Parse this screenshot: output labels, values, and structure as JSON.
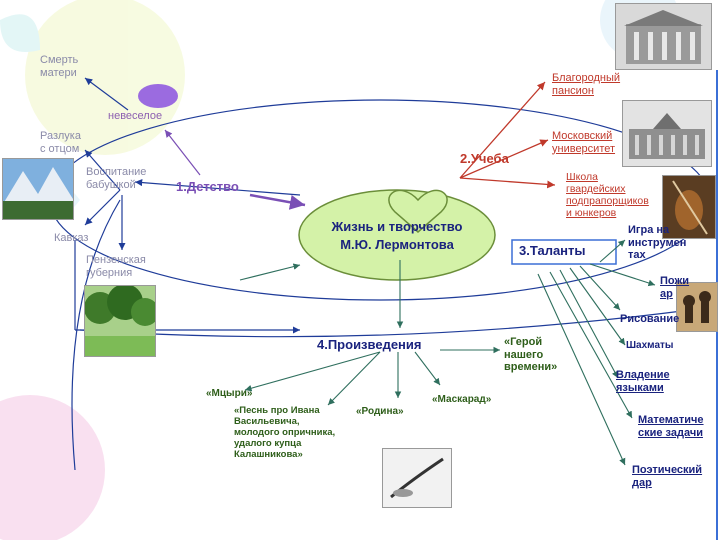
{
  "diagram": {
    "center_line1": "Жизнь и творчество",
    "center_line2": "М.Ю. Лермонтова",
    "branch_childhood": "1.Детство",
    "branch_study": "2.Учеба",
    "branch_talents": "3.Таланты",
    "branch_works": "4.Произведения",
    "childhood": {
      "mother_death": "Смерть\nматери",
      "sad": "невеселое",
      "separation": "Разлука\nс отцом",
      "grandmother": "Воспитание\nбабушкой",
      "caucasus": "Кавказ",
      "penza": "Пензенская\nгуберния"
    },
    "study": {
      "noble_pension": "Благородный\nпансион",
      "moscow_university": "Московский\nуниверситет",
      "guard_school": "Школа\nгвардейских\nподпрапорщиков\nи юнкеров"
    },
    "talents": {
      "instruments": "Игра на\nинструмен\nтах",
      "painting_partial": "Пожи\nар",
      "drawing": "Рисование",
      "chess": "Шахматы",
      "languages": "Владение\nязыками",
      "math": "Математиче\nские задачи",
      "poetic": "Поэтический\nдар"
    },
    "works": {
      "hero": "«Герой\nнашего\nвремени»",
      "mtsyri": "«Мцыри»",
      "song": "«Песнь про Ивана\nВасильевича,\nмолодого опричника,\nудалого купца\nКалашникова»",
      "rodina": "«Родина»",
      "maskarad": "«Маскарад»"
    },
    "colors": {
      "center_fill": "#d4f2a8",
      "center_stroke": "#6b8e3a",
      "talents_box": "#3b6fd6",
      "arrow_blue": "#1f3c99",
      "arrow_red": "#c0392b",
      "arrow_purple": "#7a4fb5",
      "dot_purple": "#9b6be0"
    }
  }
}
